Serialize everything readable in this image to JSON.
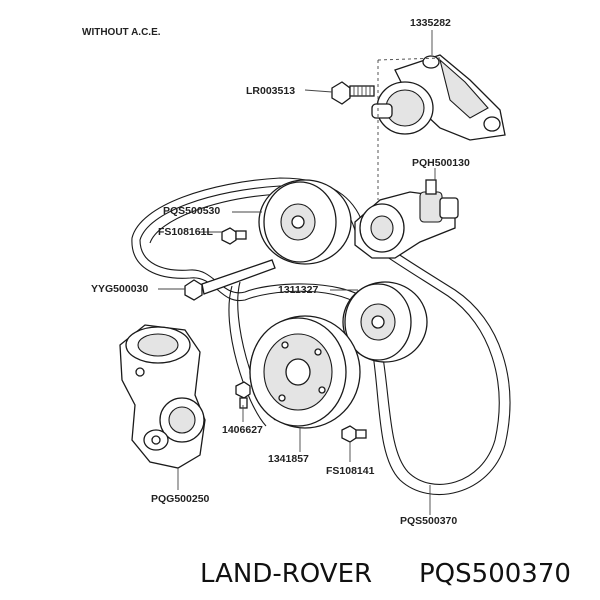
{
  "diagram": {
    "header": "WITHOUT A.C.E.",
    "labels": {
      "tensioner_bracket": "1335282",
      "bracket_bolt": "LR003513",
      "tensioner_pulley": "PQH500130",
      "idler_pulley": "PQS500530",
      "idler_bolt": "FS108161L",
      "long_bolt": "YYG500030",
      "crank_pulley_upper": "1311327",
      "small_bolt_left": "1406627",
      "crank_pulley": "1341857",
      "bolt_right": "FS108141",
      "alternator": "PQG500250",
      "drive_belt": "PQS500370"
    }
  },
  "footer": {
    "brand": "LAND-ROVER",
    "part_number": "PQS500370"
  }
}
